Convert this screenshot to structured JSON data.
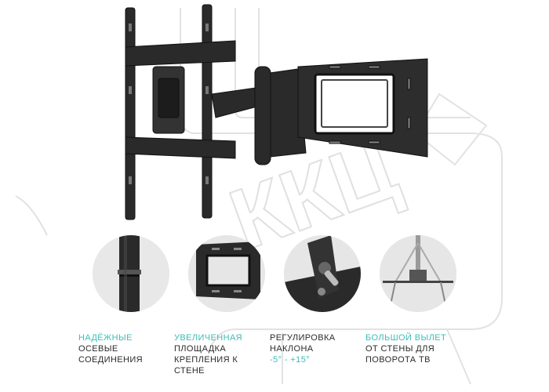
{
  "watermark": {
    "text": "ККЦ"
  },
  "colors": {
    "accent": "#3dbdb6",
    "text": "#2b2b2b",
    "metal": "#2a2a2a"
  },
  "features": [
    {
      "title": "НАДЁЖНЫЕ",
      "lines": [
        "ОСЕВЫЕ",
        "СОЕДИНЕНИЯ"
      ],
      "extra": ""
    },
    {
      "title": "УВЕЛИЧЕННАЯ",
      "lines": [
        "ПЛОЩАДКА",
        "КРЕПЛЕНИЯ К",
        "СТЕНЕ"
      ],
      "extra": ""
    },
    {
      "title": "",
      "lines": [
        "РЕГУЛИРОВКА",
        "НАКЛОНА"
      ],
      "extra": "-5° - +15°"
    },
    {
      "title": "БОЛЬШОЙ ВЫЛЕТ",
      "lines": [
        "ОТ СТЕНЫ ДЛЯ",
        "ПОВОРОТА ТВ"
      ],
      "extra": ""
    }
  ]
}
